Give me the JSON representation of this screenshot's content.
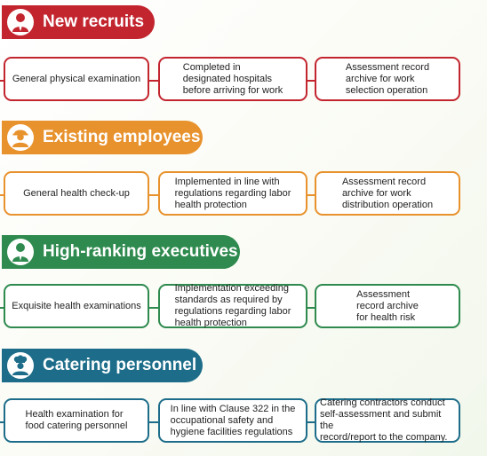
{
  "colors": {
    "recruits": "#c3252f",
    "employees": "#e8922d",
    "executives": "#2e8a4e",
    "catering": "#1d6d8a"
  },
  "sections": [
    {
      "title": "New recruits",
      "icon": "person-icon",
      "boxes": [
        "General physical examination",
        "Completed in\ndesignated hospitals\nbefore arriving for work",
        "Assessment record\narchive for work\nselection operation"
      ]
    },
    {
      "title": "Existing employees",
      "icon": "worker-helmet-icon",
      "boxes": [
        "General health check-up",
        "Implemented in line with\nregulations regarding labor\nhealth protection",
        "Assessment record\narchive for work\ndistribution operation"
      ]
    },
    {
      "title": "High-ranking executives",
      "icon": "executive-tie-icon",
      "boxes": [
        "Exquisite health examinations",
        "Implementation exceeding\nstandards as required by\nregulations regarding labor\nhealth protection",
        "Assessment\nrecord archive\nfor health risk"
      ]
    },
    {
      "title": "Catering personnel",
      "icon": "chef-hat-icon",
      "boxes": [
        "Health examination for\nfood catering personnel",
        "In line with Clause 322 in the\noccupational safety and\nhygiene facilities regulations",
        "Catering contractors conduct\nself-assessment and submit the\nrecord/report to the company."
      ]
    }
  ]
}
